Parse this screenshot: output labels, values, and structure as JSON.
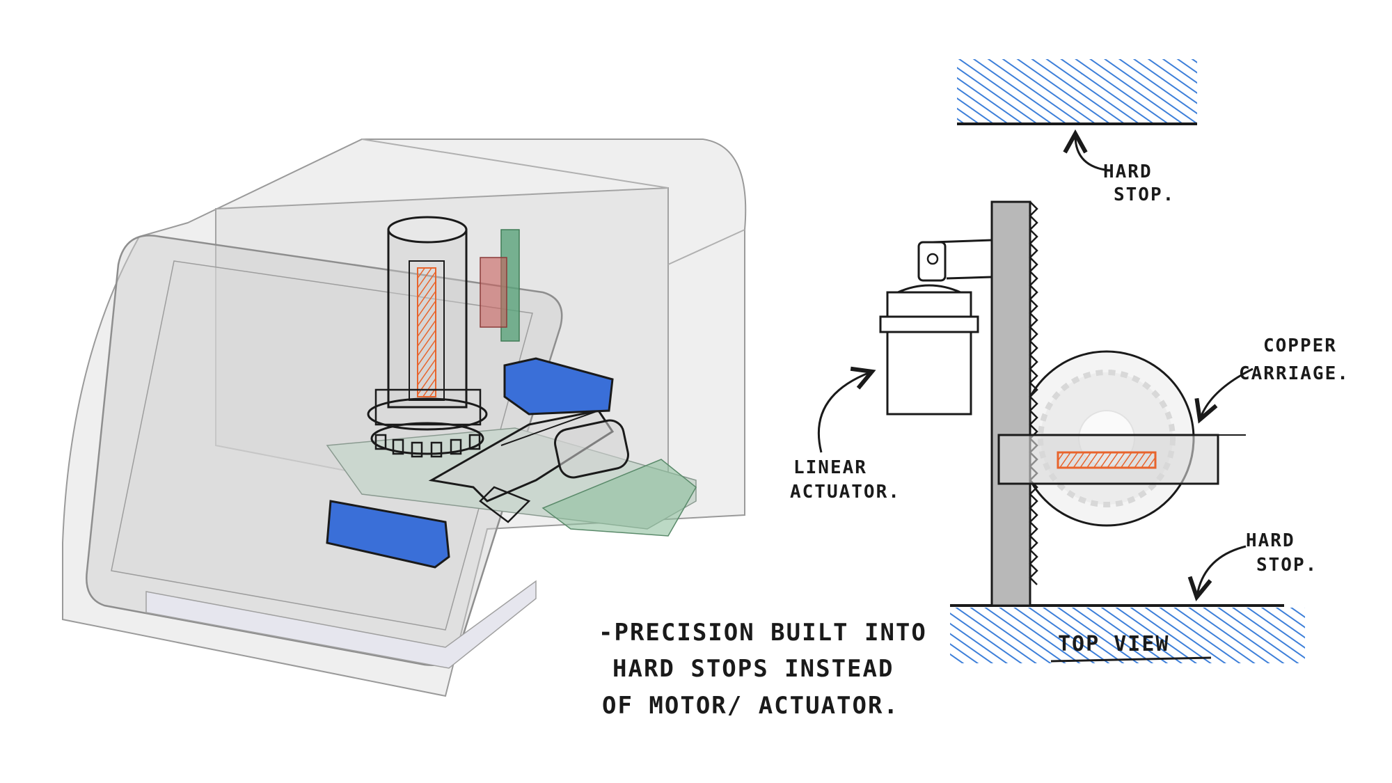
{
  "labels": {
    "hard_stop_top": [
      "HARD",
      "STOP."
    ],
    "copper_carriage": [
      "COPPER",
      "CARRIAGE."
    ],
    "linear_actuator": [
      "LINEAR",
      "ACTUATOR."
    ],
    "hard_stop_bottom": [
      "HARD",
      "STOP."
    ],
    "top_view": "TOP VIEW",
    "note": [
      "-PRECISION BUILT INTO",
      "HARD STOPS INSTEAD",
      "OF MOTOR/ ACTUATOR."
    ]
  },
  "colors": {
    "ink": "#1a1a1a",
    "hatch_blue": "#3d7fd9",
    "copper_orange": "#e8642c",
    "block_blue": "#3a6fd8",
    "enclosure_gray": "#c9c9c9",
    "rack_gray": "#b8b8b8",
    "pcb_green": "#5aa37a"
  }
}
